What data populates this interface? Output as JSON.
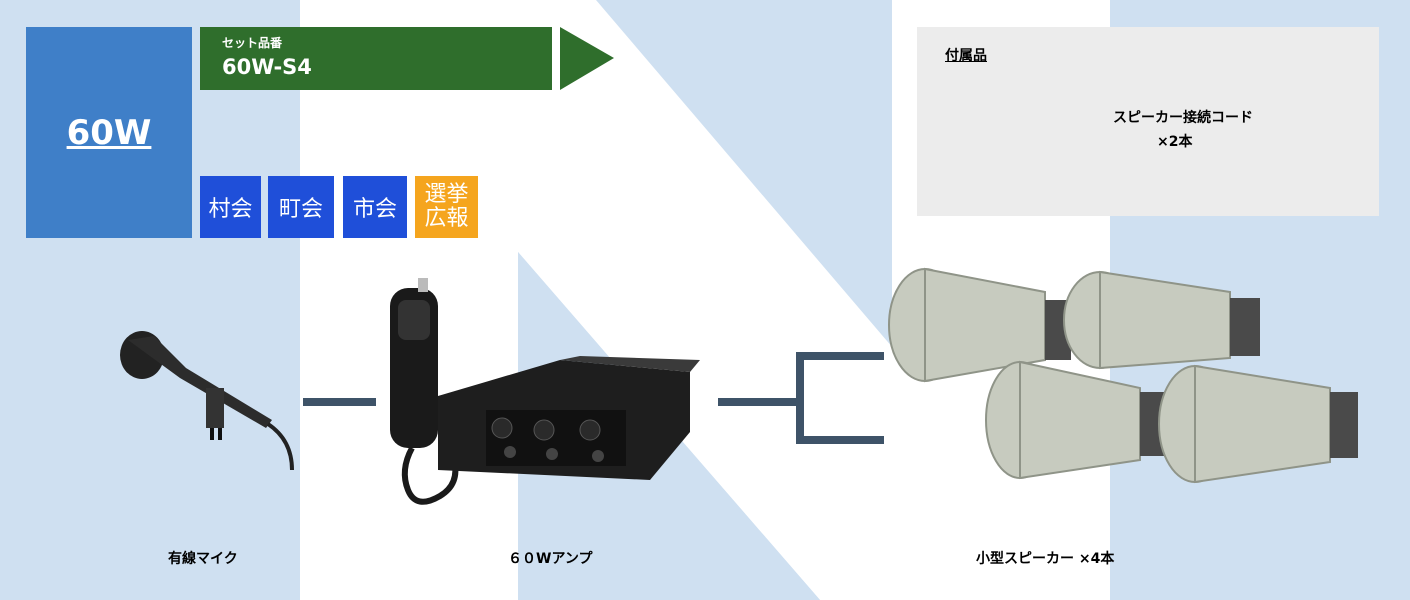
{
  "power": {
    "label": "60W"
  },
  "set_number": {
    "caption": "セット品番",
    "code": "60W-S4"
  },
  "tags": [
    {
      "label": "村会",
      "color": "#1f4fd9"
    },
    {
      "label": "町会",
      "color": "#1f4fd9"
    },
    {
      "label": "市会",
      "color": "#1f4fd9"
    },
    {
      "line1": "選挙",
      "line2": "広報",
      "color": "#f5a51e"
    }
  ],
  "accessories": {
    "title": "付属品",
    "item_name": "スピーカー接続コード",
    "item_count": "×2本"
  },
  "products": {
    "mic": "有線マイク",
    "amp": "６０Wアンプ",
    "speakers": "小型スピーカー ×4本"
  },
  "colors": {
    "background": "#cfe0f1",
    "power_box": "#3f7fc8",
    "set_banner": "#2f6e2c",
    "connector": "#3e5368"
  }
}
